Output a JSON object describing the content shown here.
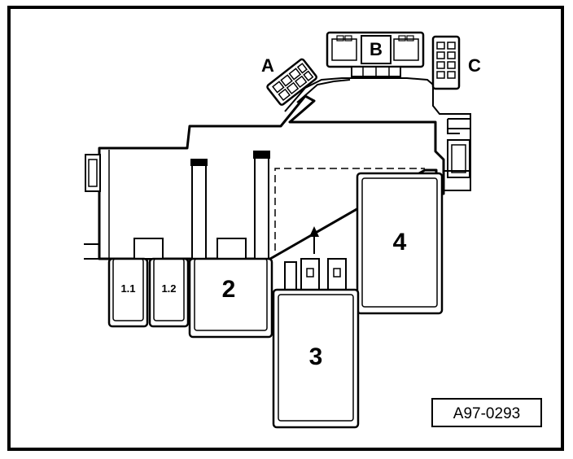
{
  "callouts": {
    "a": "A",
    "b": "B",
    "c": "C"
  },
  "components": {
    "relay_1_1": "1.1",
    "relay_1_2": "1.2",
    "relay_2": "2",
    "relay_3": "3",
    "relay_4": "4"
  },
  "reference_code": "A97-0293"
}
